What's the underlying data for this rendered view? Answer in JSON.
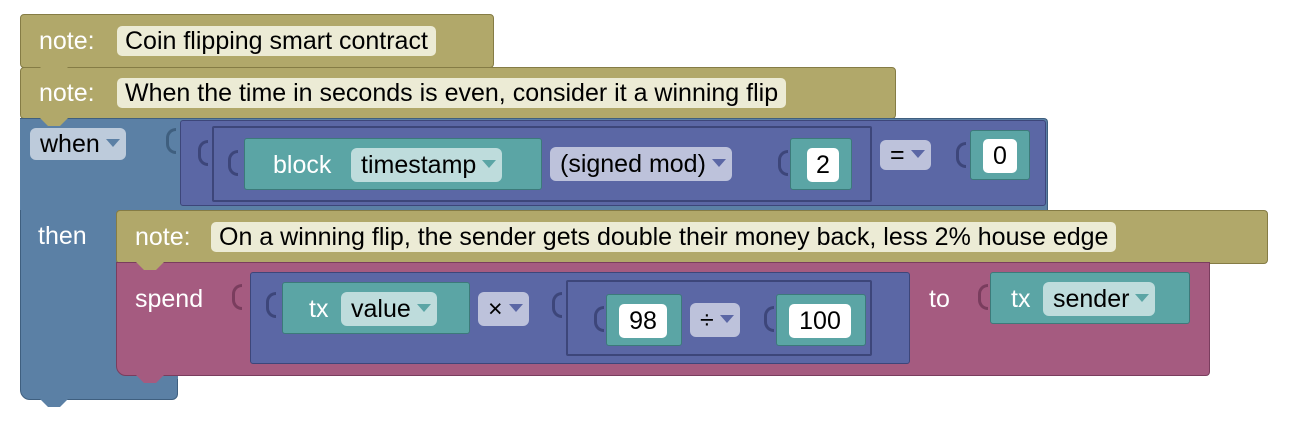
{
  "notes": [
    {
      "keyword": "note:",
      "text": "Coin flipping smart contract"
    },
    {
      "keyword": "note:",
      "text": "When the time in seconds is even, consider it a winning flip"
    },
    {
      "keyword": "note:",
      "text": "On a winning flip, the sender gets double their money back, less 2% house edge"
    }
  ],
  "when_block": {
    "when_label": "when",
    "then_label": "then"
  },
  "condition": {
    "block_label": "block",
    "block_field": "timestamp",
    "mod_op": "(signed mod)",
    "mod_value": "2",
    "compare_op": "=",
    "compare_value": "0"
  },
  "spend": {
    "spend_label": "spend",
    "tx_label": "tx",
    "tx_field": "value",
    "mul_op": "×",
    "num_a": "98",
    "div_op": "÷",
    "num_b": "100",
    "to_label": "to",
    "to_tx_label": "tx",
    "to_field": "sender"
  },
  "colors": {
    "note": "#b1a86a",
    "control": "#5b80a5",
    "logic": "#5b67a5",
    "value": "#5ba5a5",
    "action": "#a55b80"
  }
}
